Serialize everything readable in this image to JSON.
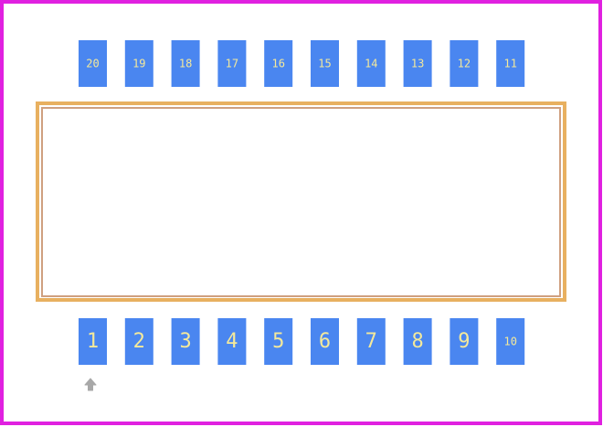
{
  "colors": {
    "background": "#ffffff",
    "board_outline": "#e020e0",
    "pad_fill": "#4a86f0",
    "pad_label": "#f4e99b",
    "body_outline_outer": "#e8b060",
    "body_outline_inner": "#cfa080",
    "pin1_marker": "#a8a8a8"
  },
  "component": {
    "top_row_pins": [
      "20",
      "19",
      "18",
      "17",
      "16",
      "15",
      "14",
      "13",
      "12",
      "11"
    ],
    "bottom_row_pins": [
      "1",
      "2",
      "3",
      "4",
      "5",
      "6",
      "7",
      "8",
      "9",
      "10"
    ],
    "pin1_marker_icon": "pin1-marker-icon"
  }
}
